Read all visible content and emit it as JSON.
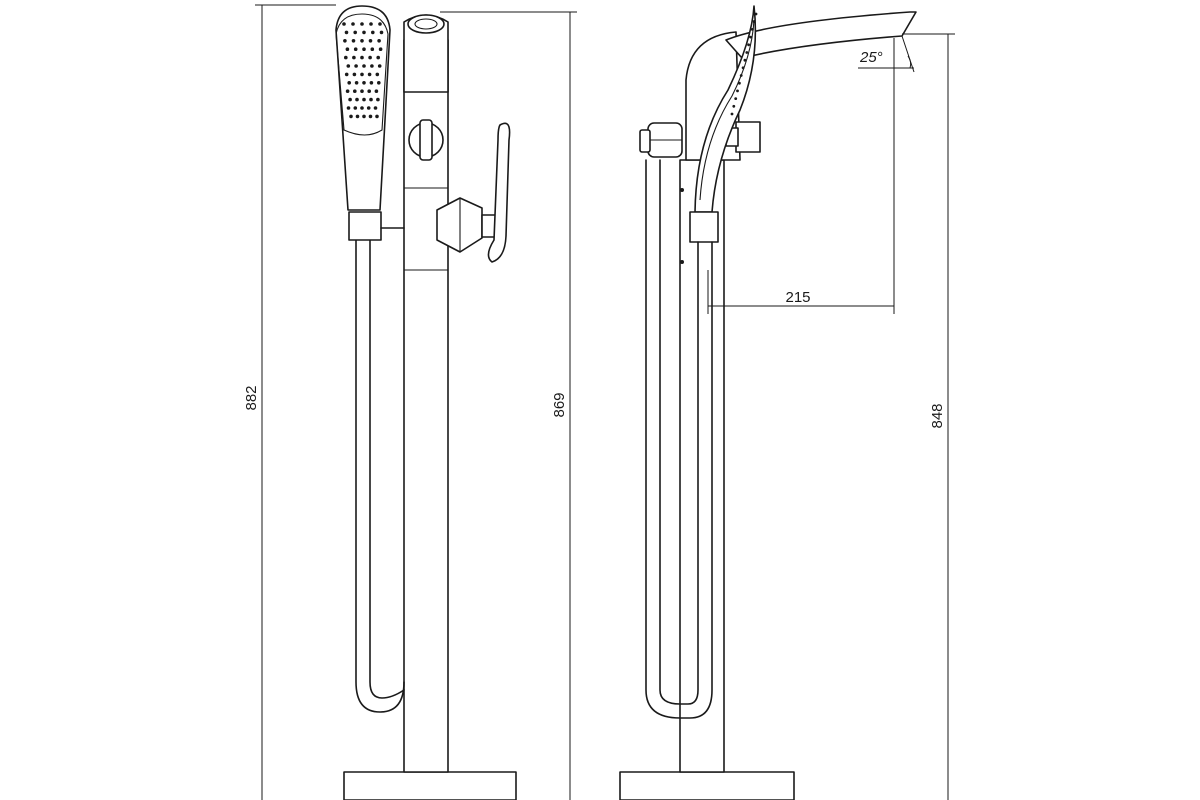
{
  "dimensions": {
    "height_overall": "882",
    "height_spout": "869",
    "height_side": "848",
    "spout_reach": "215",
    "spout_angle": "25°"
  },
  "colors": {
    "line": "#1a1a1a",
    "background": "#ffffff"
  }
}
